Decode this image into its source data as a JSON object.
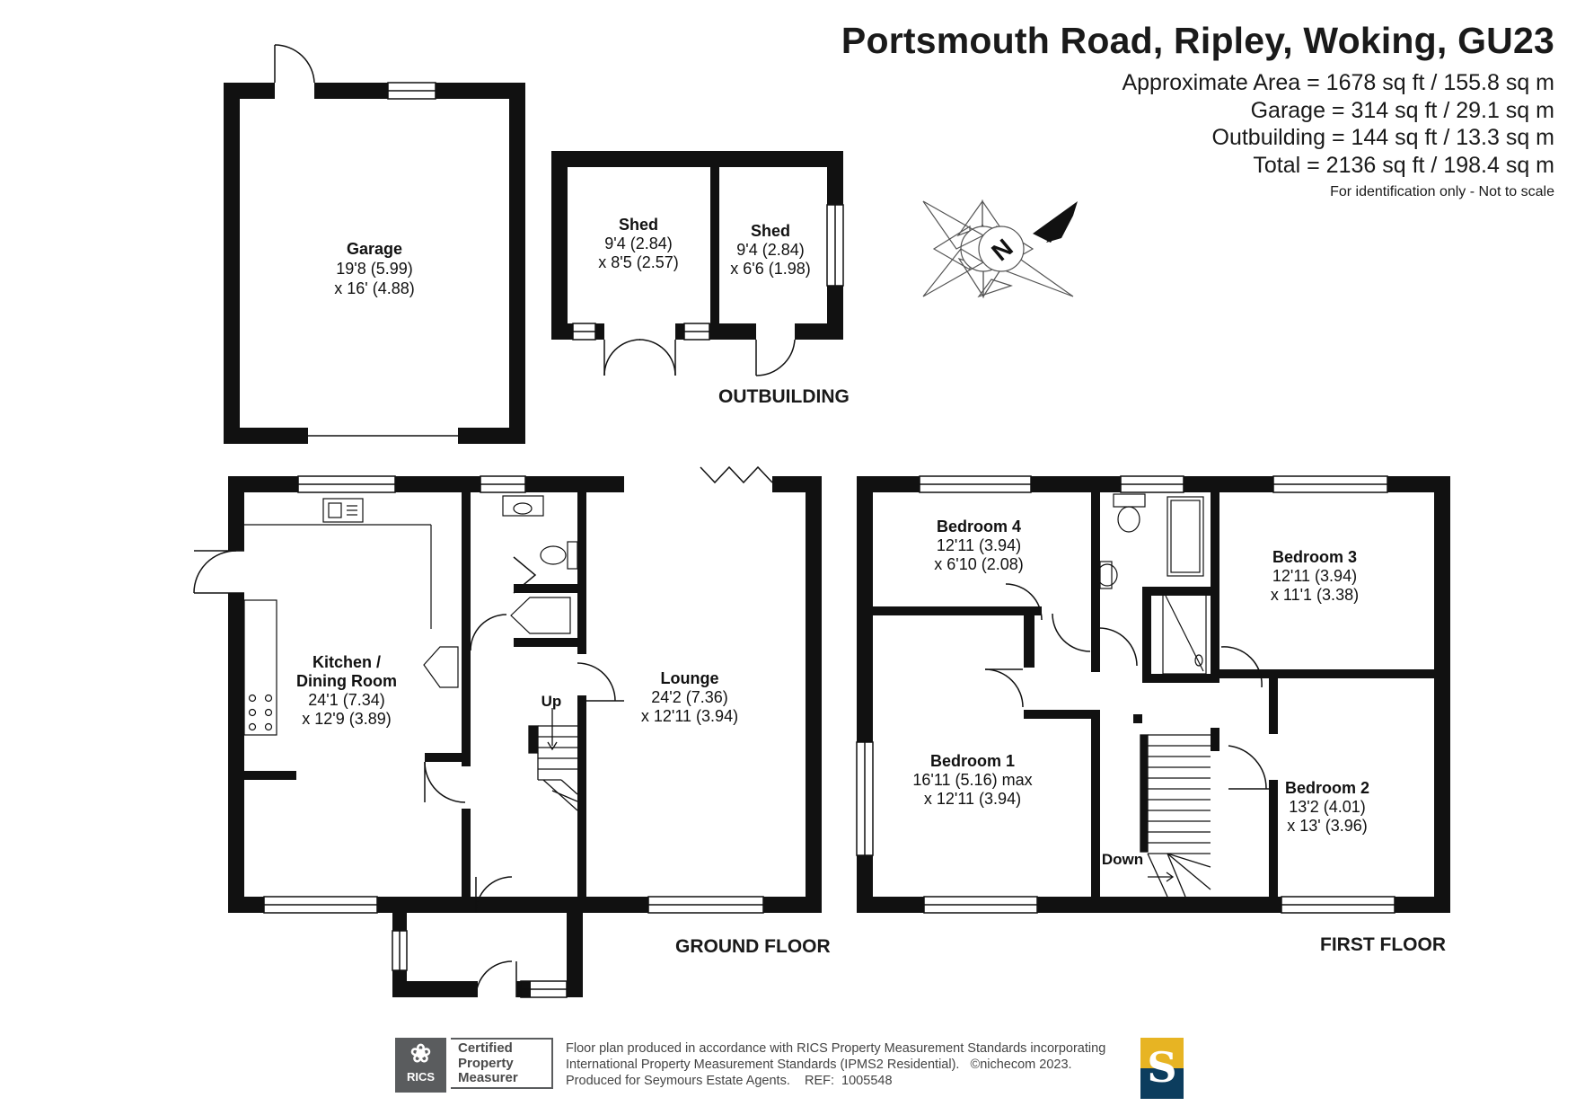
{
  "header": {
    "address": "Portsmouth Road, Ripley, Woking, GU23",
    "areas": [
      "Approximate Area = 1678 sq ft / 155.8 sq m",
      "Garage = 314 sq ft / 29.1 sq m",
      "Outbuilding = 144 sq ft / 13.3 sq m",
      "Total = 2136 sq ft / 198.4 sq m"
    ],
    "note": "For identification only - Not to scale"
  },
  "compass": {
    "letter": "N"
  },
  "floors": {
    "outbuilding": "OUTBUILDING",
    "ground": "GROUND FLOOR",
    "first": "FIRST FLOOR"
  },
  "rooms": {
    "garage": {
      "name": "Garage",
      "dim1": "19'8 (5.99)",
      "dim2": "x 16' (4.88)"
    },
    "shed1": {
      "name": "Shed",
      "dim1": "9'4 (2.84)",
      "dim2": "x 8'5 (2.57)"
    },
    "shed2": {
      "name": "Shed",
      "dim1": "9'4 (2.84)",
      "dim2": "x 6'6 (1.98)"
    },
    "kitchen": {
      "name1": "Kitchen /",
      "name2": "Dining Room",
      "dim1": "24'1 (7.34)",
      "dim2": "x 12'9 (3.89)"
    },
    "lounge": {
      "name": "Lounge",
      "dim1": "24'2 (7.36)",
      "dim2": "x 12'11 (3.94)"
    },
    "bedroom4": {
      "name": "Bedroom 4",
      "dim1": "12'11 (3.94)",
      "dim2": "x 6'10 (2.08)"
    },
    "bedroom3": {
      "name": "Bedroom 3",
      "dim1": "12'11 (3.94)",
      "dim2": "x 11'1 (3.38)"
    },
    "bedroom1": {
      "name": "Bedroom 1",
      "dim1": "16'11 (5.16) max",
      "dim2": "x 12'11 (3.94)"
    },
    "bedroom2": {
      "name": "Bedroom 2",
      "dim1": "13'2 (4.01)",
      "dim2": "x 13' (3.96)"
    }
  },
  "stairs": {
    "up": "Up",
    "down": "Down"
  },
  "footer": {
    "rics_abbrev": "RICS",
    "rics_line1": "Certified",
    "rics_line2": "Property",
    "rics_line3": "Measurer",
    "legal1": "Floor plan produced in accordance with RICS Property Measurement Standards incorporating",
    "legal2": "International Property Measurement Standards (IPMS2 Residential).   ©nichecom 2023.",
    "legal3": "Produced for Seymours Estate Agents.    REF:  1005548",
    "brand_letter": "S"
  },
  "colors": {
    "wall": "#111111",
    "brand_gold": "#e7b423",
    "brand_navy": "#0c3d5e",
    "rics_grey": "#5a5c5e"
  }
}
